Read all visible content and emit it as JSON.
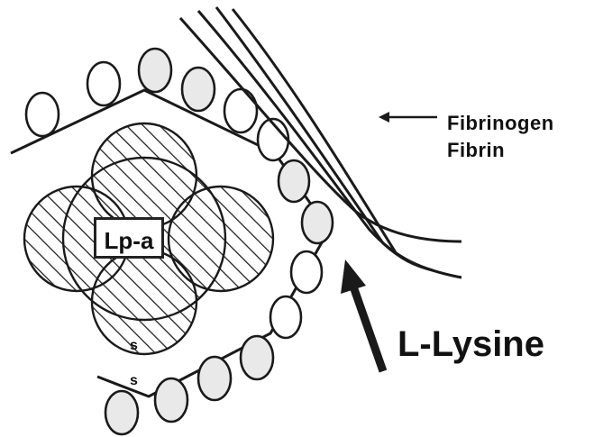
{
  "labels": {
    "fibrinogen": "Fibrinogen",
    "fibrin": "Fibrin",
    "lysine": "L-Lysine",
    "lpa": "Lp-a",
    "s_top": "s",
    "s_bottom": "s"
  },
  "colors": {
    "ink": "#1a1a1a",
    "background": "#ffffff",
    "particle_fill": "#f3f3f3"
  },
  "icons": {
    "fibrinogen_pointer": "left-arrow-icon",
    "lysine_pointer": "up-arrow-icon"
  }
}
